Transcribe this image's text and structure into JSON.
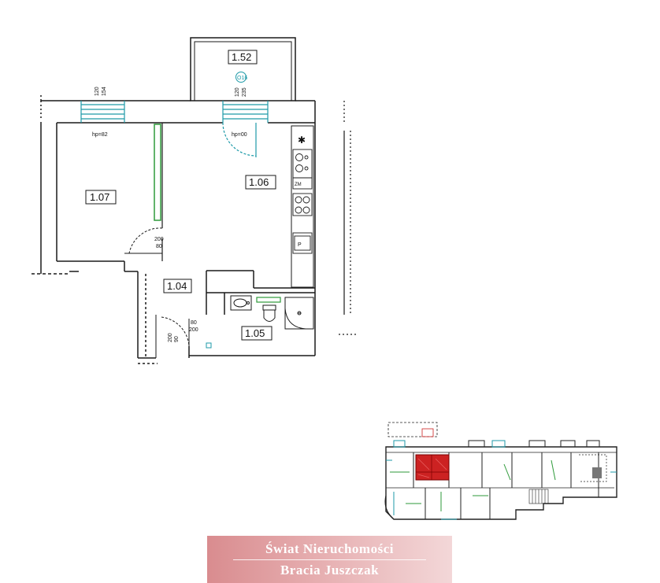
{
  "plan": {
    "rooms": [
      {
        "id": "1.52"
      },
      {
        "id": "1.07"
      },
      {
        "id": "1.06"
      },
      {
        "id": "1.04"
      },
      {
        "id": "1.05"
      }
    ],
    "window_marker": "O16",
    "annotations": {
      "win_left": [
        "120",
        "154"
      ],
      "win_right": [
        "120",
        "235"
      ],
      "hp_left": "hp=82",
      "hp_right": "hp=00",
      "door_107": [
        "200",
        "80"
      ],
      "door_105": [
        "80",
        "200"
      ],
      "door_entry": [
        "200",
        "90"
      ]
    }
  },
  "colors": {
    "wall": "#1a1a1a",
    "window": "#1e9aa8",
    "door_green": "#2e9a3a",
    "highlight": "#cc2222"
  },
  "logo": {
    "line1": "Świat Nieruchomości",
    "line2": "Bracia Juszczak"
  }
}
